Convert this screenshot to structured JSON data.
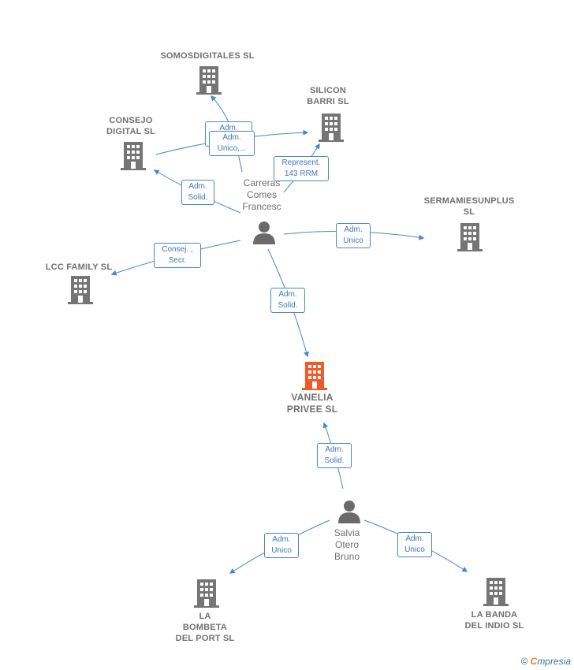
{
  "colors": {
    "edge": "#4a86c8",
    "company": "#757575",
    "focus_company": "#f05a28",
    "person": "#6a6a6a"
  },
  "companies": {
    "somosdigitales": "SOMOSDIGITALES SL",
    "silicon": "SILICON\nBARRI  SL",
    "consejo": "CONSEJO\nDIGITAL SL",
    "sermamie": "SERMAMIESUNPLUS\nSL",
    "lcc": "LCC FAMILY SL",
    "vanelia": "VANELIA\nPRIVEE  SL",
    "bombeta": "LA\nBOMBETA\nDEL PORT  SL",
    "banda": "LA BANDA\nDEL INDIO  SL"
  },
  "persons": {
    "carreras": "Carreras\nComes\nFrancesc",
    "salvia": "Salvia\nOtero\nBruno"
  },
  "edge_labels": {
    "somos_adm": "Adm.\nUnico,...",
    "silicon_adm": "Adm.\nUnico,...",
    "silicon_rep": "Represent.\n143 RRM",
    "consejo_adm": "Adm.\nSolid.",
    "sermamie_adm": "Adm.\nUnico",
    "lcc_adm": "Consej. ,\nSecr.",
    "vanelia_carreras": "Adm.\nSolid.",
    "vanelia_salvia": "Adm.\nSolid.",
    "bombeta_adm": "Adm.\nUnico",
    "banda_adm": "Adm.\nUnico"
  },
  "footer": {
    "copyright": "©",
    "brand_first": "C",
    "brand_rest": "mpresia"
  }
}
